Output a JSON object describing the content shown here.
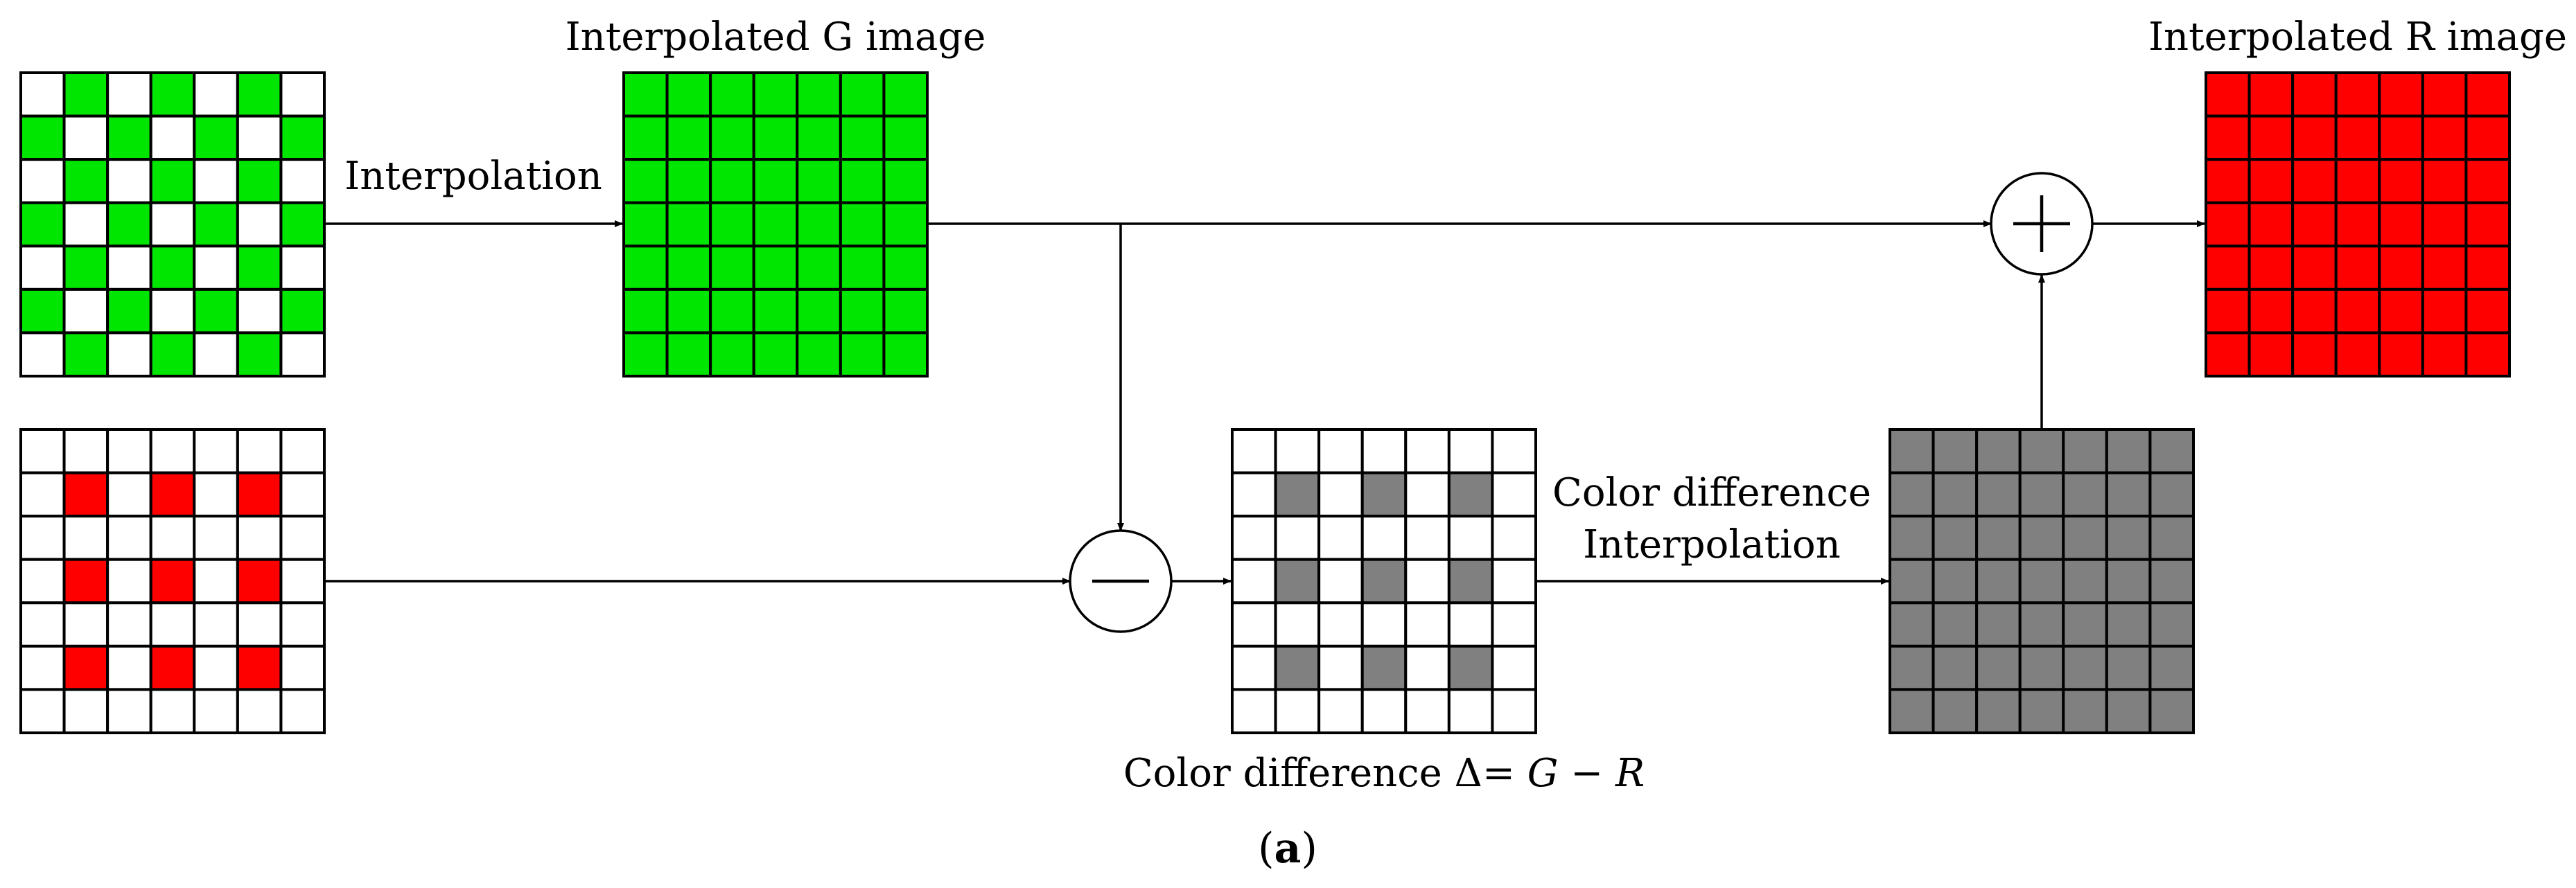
{
  "colors": {
    "green": "#00e600",
    "red": "#ff0000",
    "gray": "#808080",
    "white": "#ffffff",
    "line": "#000000"
  },
  "grid_size": 7,
  "grids": {
    "green_cfa": {
      "fill": "green",
      "pattern": "checker-odd"
    },
    "interpolated_g": {
      "fill": "green",
      "pattern": "full"
    },
    "red_cfa": {
      "fill": "red",
      "pattern": "odd-odd"
    },
    "color_difference": {
      "fill": "gray",
      "pattern": "odd-odd"
    },
    "interpolated_diff": {
      "fill": "gray",
      "pattern": "full"
    },
    "interpolated_r": {
      "fill": "red",
      "pattern": "full"
    }
  },
  "labels": {
    "interpolated_g_title": "Interpolated G image",
    "interpolated_r_title": "Interpolated R image",
    "interpolation_arrow": "Interpolation",
    "color_diff_interp_line1": "Color difference",
    "color_diff_interp_line2": "Interpolation",
    "color_difference_prefix": "Color difference Δ= ",
    "color_difference_g": "G",
    "color_difference_minus": " − ",
    "color_difference_r": "R",
    "caption_open": "(",
    "caption_letter": "a",
    "caption_close": ")"
  },
  "operators": {
    "adder": "plus-sign",
    "subtractor": "minus-sign"
  }
}
